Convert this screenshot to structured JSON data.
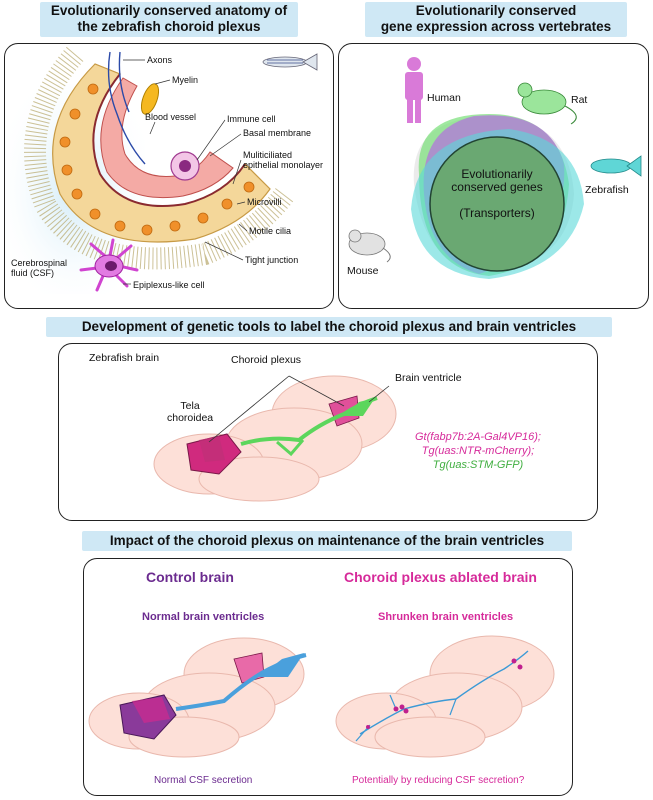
{
  "headers": {
    "anatomy": "Evolutionarily conserved anatomy of\nthe zebrafish choroid plexus",
    "expression": "Evolutionarily conserved\ngene expression across vertebrates",
    "tools": "Development of genetic tools to label the choroid plexus and brain ventricles",
    "impact": "Impact  of the choroid plexus on maintenance of the brain ventricles"
  },
  "anatomy_labels": {
    "axons": "Axons",
    "myelin": "Myelin",
    "blood_vessel": "Blood vessel",
    "immune_cell": "Immune cell",
    "basal_membrane": "Basal membrane",
    "multiciliated": "Muliticiliated\nepithelial monolayer",
    "microvilli": "Microvilli",
    "motile_cilia": "Motile cilia",
    "tight_junction": "Tight junction",
    "csf": "Cerebrospinal\nfluid (CSF)",
    "epiplexus": "Epiplexus-like cell"
  },
  "species": {
    "human": "Human",
    "rat": "Rat",
    "zebrafish": "Zebrafish",
    "mouse": "Mouse"
  },
  "venn_center": "Evolutionarily\nconserved genes\n\n(Transporters)",
  "tools_labels": {
    "zebrafish_brain": "Zebrafish brain",
    "choroid_plexus": "Choroid plexus",
    "tela": "Tela\nchoroidea",
    "brain_ventricle": "Brain ventricle"
  },
  "transgenes": [
    {
      "text": "Gt(fabp7b:2A-Gal4VP16);",
      "color": "#d62a9a"
    },
    {
      "text": "Tg(uas:NTR-mCherry);",
      "color": "#d62a9a"
    },
    {
      "text": "Tg(uas:STM-GFP)",
      "color": "#3fae3f"
    }
  ],
  "impact": {
    "control_title": "Control brain",
    "ablated_title": "Choroid plexus ablated brain",
    "normal_ventricles": "Normal brain ventricles",
    "shrunken_ventricles": "Shrunken brain ventricles",
    "normal_csf": "Normal CSF secretion",
    "reduced_csf": "Potentially by reducing CSF secretion?"
  },
  "colors": {
    "header_bg": "#cfe8f5",
    "purple": "#6b2b8f",
    "magenta": "#d62a9a",
    "green": "#3fae3f",
    "ventricle_blue": "#3c9ad6"
  }
}
